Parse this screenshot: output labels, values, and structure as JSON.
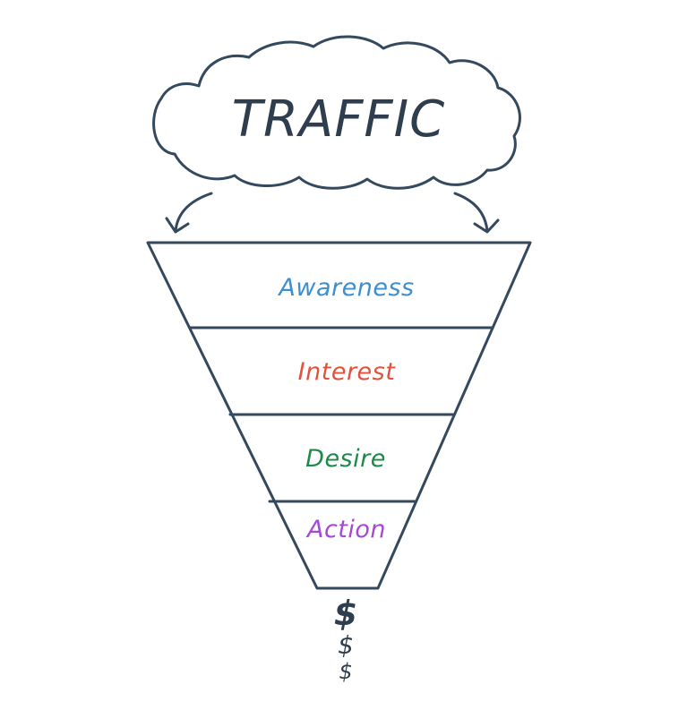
{
  "cloud": {
    "label": "TRAFFIC"
  },
  "funnel": {
    "stages": [
      {
        "label": "Awareness",
        "color": "#3d8fcf"
      },
      {
        "label": "Interest",
        "color": "#e0533c"
      },
      {
        "label": "Desire",
        "color": "#1e8a4a"
      },
      {
        "label": "Action",
        "color": "#a647d8"
      }
    ]
  },
  "output": {
    "symbols": [
      "$",
      "$",
      "$"
    ]
  },
  "colors": {
    "line": "#34495e"
  }
}
